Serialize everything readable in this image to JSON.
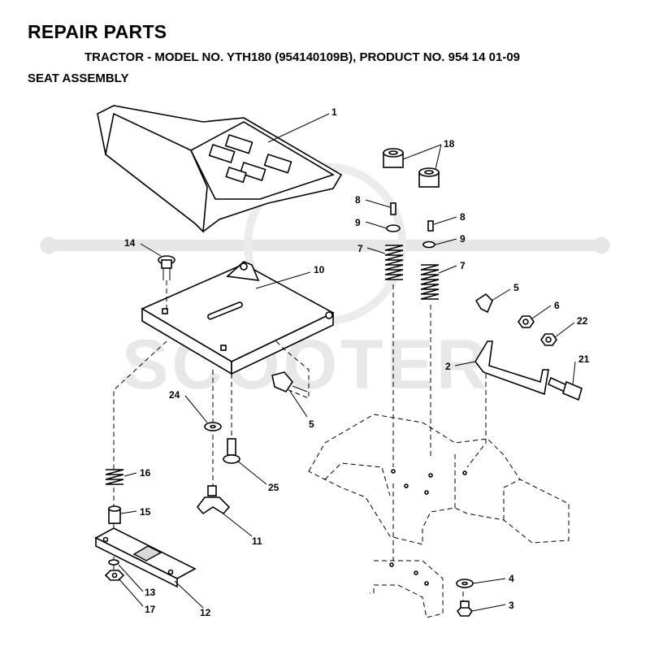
{
  "header": {
    "title": "REPAIR PARTS",
    "subtitle": "TRACTOR - MODEL NO. YTH180 (954140109B), PRODUCT NO. 954 14 01-09",
    "section": "SEAT ASSEMBLY"
  },
  "watermark": {
    "text": "SCOOTER"
  },
  "callouts": {
    "c1": "1",
    "c2": "2",
    "c3": "3",
    "c4": "4",
    "c5a": "5",
    "c5b": "5",
    "c6": "6",
    "c7a": "7",
    "c7b": "7",
    "c8a": "8",
    "c8b": "8",
    "c9a": "9",
    "c9b": "9",
    "c10": "10",
    "c11": "11",
    "c12": "12",
    "c13": "13",
    "c14": "14",
    "c15": "15",
    "c16": "16",
    "c17": "17",
    "c18": "18",
    "c21": "21",
    "c22": "22",
    "c24": "24",
    "c25": "25"
  }
}
